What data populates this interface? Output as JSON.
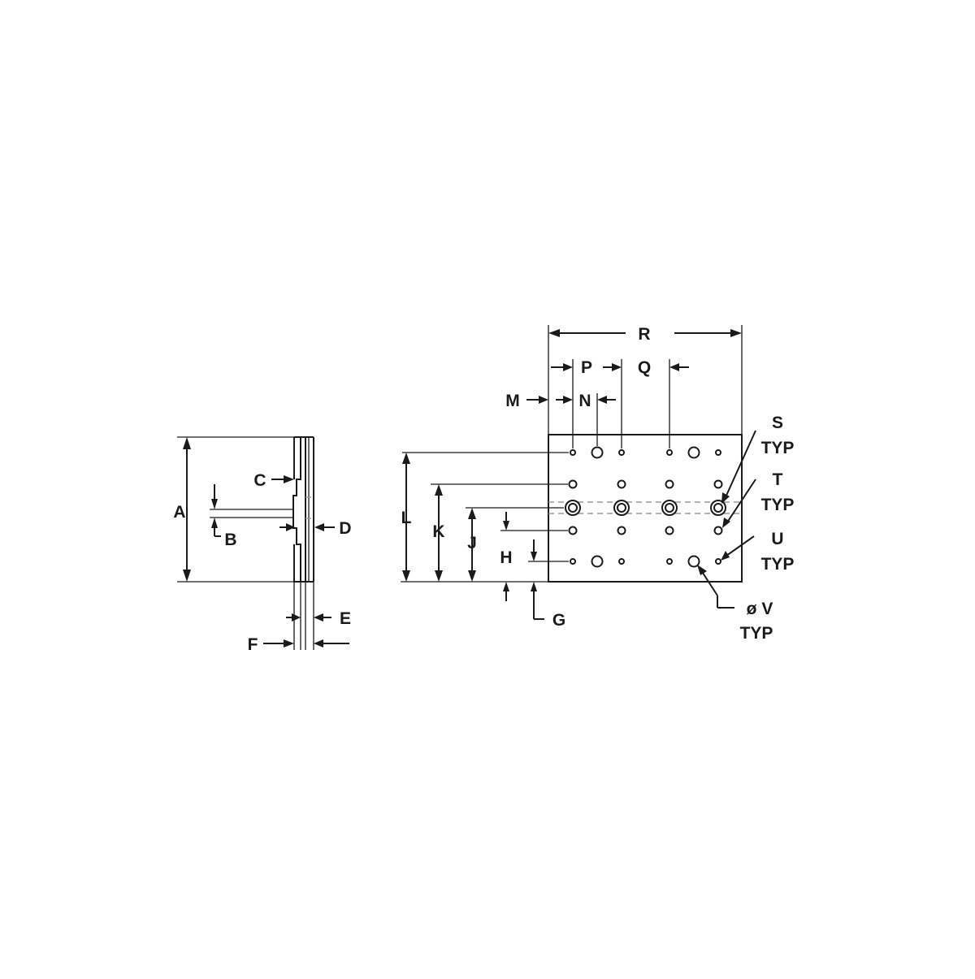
{
  "labels": {
    "A": "A",
    "B": "B",
    "C": "C",
    "D": "D",
    "E": "E",
    "F": "F",
    "G": "G",
    "H": "H",
    "J": "J",
    "K": "K",
    "L": "L",
    "M": "M",
    "N": "N",
    "P": "P",
    "Q": "Q",
    "R": "R",
    "S": "S",
    "T": "T",
    "U": "U",
    "V": "ø V",
    "typ": "TYP"
  }
}
